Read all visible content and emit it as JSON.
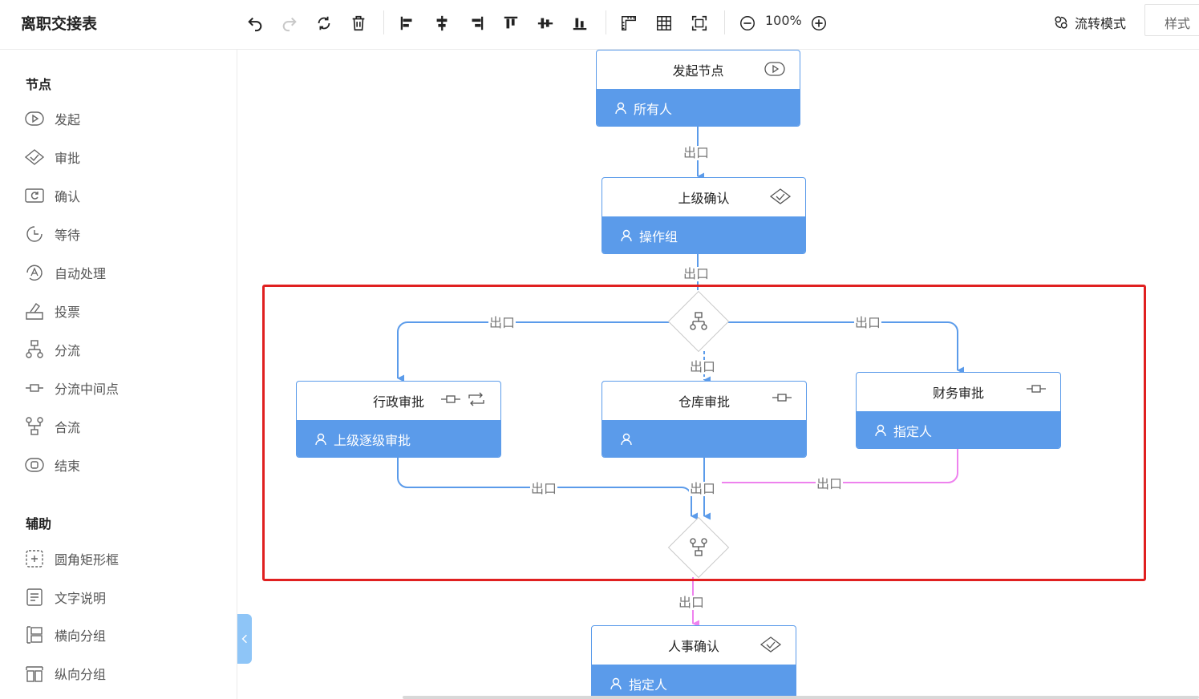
{
  "header": {
    "title": "离职交接表",
    "zoom": "100%",
    "flow_mode_label": "流转模式",
    "style_tab_label": "样式"
  },
  "sidebar": {
    "nodes_title": "节点",
    "node_items": [
      {
        "label": "发起",
        "icon": "start-icon"
      },
      {
        "label": "审批",
        "icon": "approve-icon"
      },
      {
        "label": "确认",
        "icon": "confirm-icon"
      },
      {
        "label": "等待",
        "icon": "wait-icon"
      },
      {
        "label": "自动处理",
        "icon": "auto-process-icon"
      },
      {
        "label": "投票",
        "icon": "vote-icon"
      },
      {
        "label": "分流",
        "icon": "split-icon"
      },
      {
        "label": "分流中间点",
        "icon": "split-midpoint-icon"
      },
      {
        "label": "合流",
        "icon": "merge-icon"
      },
      {
        "label": "结束",
        "icon": "end-icon"
      }
    ],
    "assist_title": "辅助",
    "assist_items": [
      {
        "label": "圆角矩形框",
        "icon": "rounded-rect-icon"
      },
      {
        "label": "文字说明",
        "icon": "text-note-icon"
      },
      {
        "label": "横向分组",
        "icon": "horizontal-group-icon"
      },
      {
        "label": "纵向分组",
        "icon": "vertical-group-icon"
      }
    ]
  },
  "flow": {
    "edge_label": "出口",
    "nodes": {
      "start": {
        "title": "发起节点",
        "assignee": "所有人"
      },
      "superior_confirm": {
        "title": "上级确认",
        "assignee": "操作组"
      },
      "admin_approve": {
        "title": "行政审批",
        "assignee": "上级逐级审批"
      },
      "warehouse_approve": {
        "title": "仓库审批",
        "assignee": ""
      },
      "finance_approve": {
        "title": "财务审批",
        "assignee": "指定人"
      },
      "hr_confirm": {
        "title": "人事确认",
        "assignee": "指定人"
      }
    },
    "colors": {
      "edge_blue": "#5b9bea",
      "edge_pink": "#ee82ee",
      "node_fill": "#5b9bea",
      "selection": "#e02020"
    }
  }
}
